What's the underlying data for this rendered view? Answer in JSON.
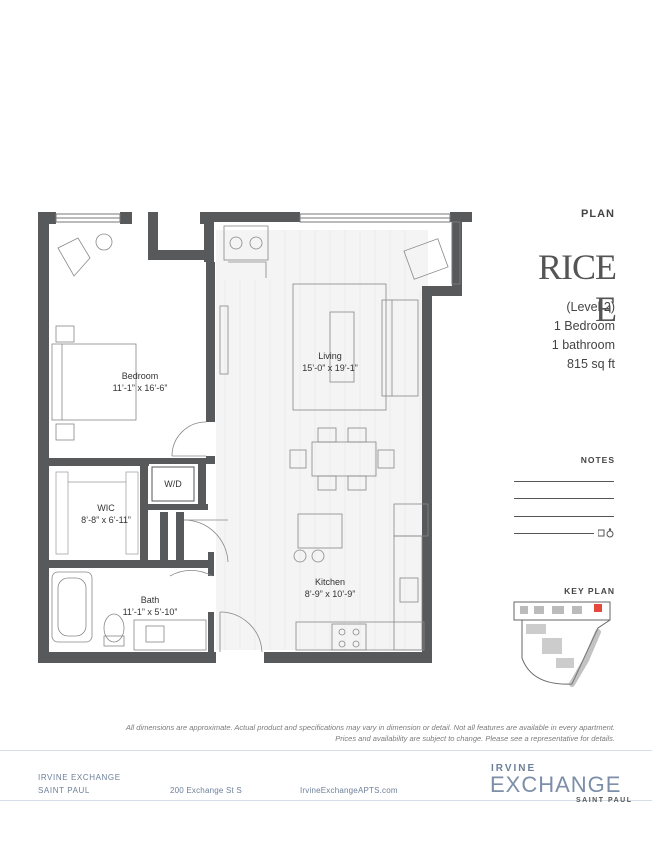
{
  "plan_header": "PLAN",
  "unit": {
    "name": "RICE E",
    "level": "(Level 2)",
    "bedrooms": "1 Bedroom",
    "bathrooms": "1 bathroom",
    "area": "815 sq ft"
  },
  "notes_label": "NOTES",
  "key_plan_label": "KEY PLAN",
  "rooms": {
    "bedroom": {
      "name": "Bedroom",
      "dims": "11’-1” x 16’-6”"
    },
    "living": {
      "name": "Living",
      "dims": "15’-0” x 19’-1”"
    },
    "wd": {
      "name": "W/D"
    },
    "wic": {
      "name": "WIC",
      "dims": "8’-8” x 6’-11”"
    },
    "bath": {
      "name": "Bath",
      "dims": "11’-1” x 5’-10”"
    },
    "kitchen": {
      "name": "Kitchen",
      "dims": "8’-9” x 10’-9”"
    }
  },
  "disclaimer": {
    "line1": "All dimensions are approximate.  Actual product and specifications may vary in dimension or detail.  Not all features are available in every apartment.",
    "line2": "Prices and availability are subject to change.  Please see a representative for details."
  },
  "footer": {
    "name_line1": "IRVINE EXCHANGE",
    "name_line2": "SAINT PAUL",
    "address": "200 Exchange St S",
    "website": "IrvineExchangeAPTS.com"
  },
  "logo": {
    "top": "IRVINE",
    "main": "EXCHANGE",
    "sub": "SAINT PAUL"
  },
  "colors": {
    "wall": "#58595b",
    "text": "#3c3c3c",
    "brand": "#7d8ea8",
    "highlight": "#e8473b"
  },
  "icons": [
    "accessibility-icon",
    "apartment-icon"
  ]
}
